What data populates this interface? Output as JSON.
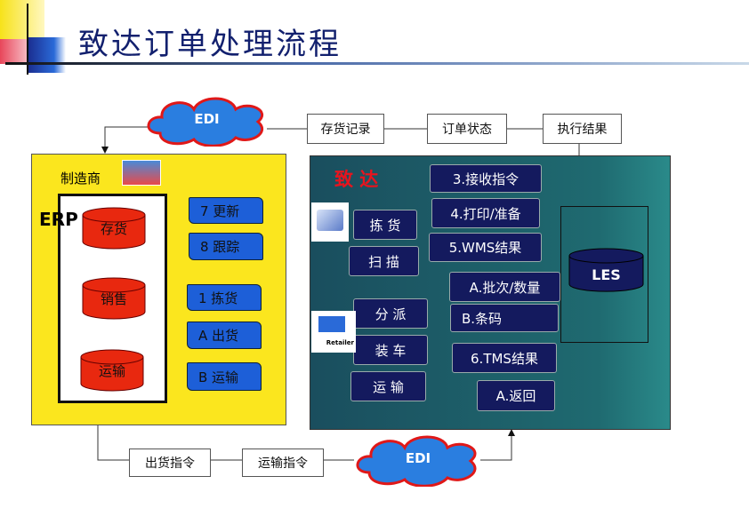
{
  "title": "致达订单处理流程",
  "top_flow": {
    "cloud": "EDI",
    "boxes": [
      "存货记录",
      "订单状态",
      "执行结果"
    ]
  },
  "manufacturer": {
    "label": "制造商",
    "erp_label": "ERP",
    "databases": [
      "存货",
      "销售",
      "运输"
    ],
    "scrolls": [
      "7  更新",
      "8  跟踪",
      "1  拣货",
      "A  出货",
      "B  运输"
    ]
  },
  "zhida": {
    "label": "致 达",
    "steps": [
      "3.接收指令",
      "4.打印/准备",
      "5.WMS结果",
      "A.批次/数量",
      "B.条码",
      "6.TMS结果",
      "A.返回"
    ],
    "actions": [
      "拣  货",
      "扫  描",
      "分  派",
      "装  车",
      "运  输"
    ],
    "les": "LES",
    "retailer_icon_text": "Retailer"
  },
  "bottom_flow": {
    "boxes": [
      "出货指令",
      "运输指令"
    ],
    "cloud": "EDI"
  },
  "colors": {
    "title": "#12206e",
    "yellow": "#fbe61e",
    "navy": "#141a5e",
    "scroll": "#1d5fd8",
    "db_red": "#e8280f",
    "zhida_red": "#e8141e"
  }
}
